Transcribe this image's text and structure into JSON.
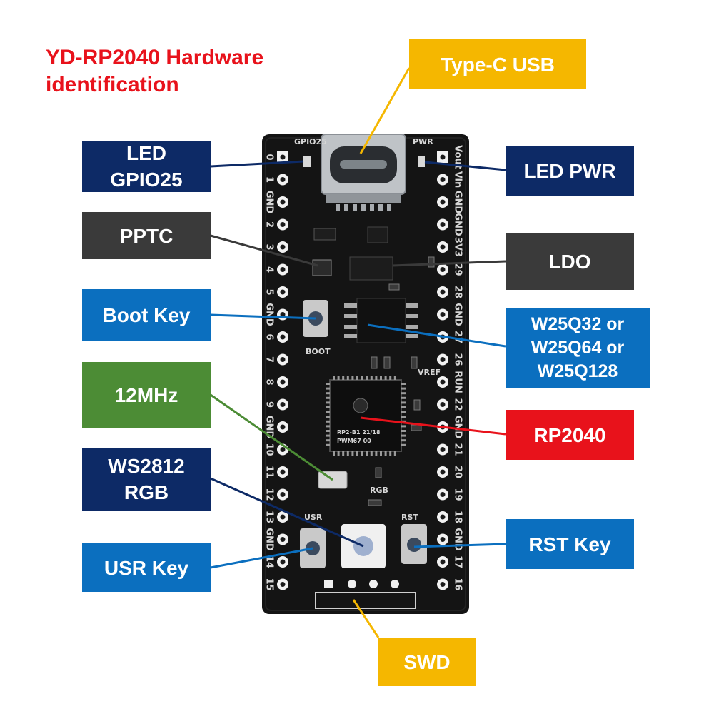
{
  "title": {
    "line1": "YD-RP2040 Hardware",
    "line2": "identification"
  },
  "colors": {
    "title": "#e8121b",
    "navy": "#0d2a66",
    "blue": "#0b6fbf",
    "dark_gray": "#3a3a3a",
    "green": "#4c8c35",
    "red": "#e8121b",
    "yellow": "#f5b700",
    "board": "#141414"
  },
  "labels": {
    "type_c": "Type-C USB",
    "led_gpio25_line1": "LED",
    "led_gpio25_line2": "GPIO25",
    "led_pwr": "LED PWR",
    "pptc": "PPTC",
    "ldo": "LDO",
    "boot_key": "Boot Key",
    "flash_line1": "W25Q32 or",
    "flash_line2": "W25Q64 or",
    "flash_line3": "W25Q128",
    "xtal": "12MHz",
    "rp2040": "RP2040",
    "ws2812_line1": "WS2812",
    "ws2812_line2": "RGB",
    "usr_key": "USR Key",
    "rst_key": "RST Key",
    "swd": "SWD"
  },
  "board": {
    "silk_gpio25": "GPIO25",
    "silk_pwr": "PWR",
    "silk_boot": "BOOT",
    "silk_usr": "USR",
    "silk_rst": "RST",
    "silk_rgb": "RGB",
    "silk_vref": "VREF",
    "chip_line1": "RP2-B1  21/18",
    "chip_line2": "PWM67 00",
    "left_pins": [
      "0",
      "1",
      "GND",
      "2",
      "3",
      "4",
      "5",
      "GND",
      "6",
      "7",
      "8",
      "9",
      "GND",
      "10",
      "11",
      "12",
      "13",
      "GND",
      "14",
      "15"
    ],
    "right_pins": [
      "Vout",
      "Vin",
      "GND",
      "GND",
      "3V3",
      "29",
      "28",
      "GND",
      "27",
      "26",
      "RUN",
      "22",
      "GND",
      "21",
      "20",
      "19",
      "18",
      "GND",
      "17",
      "16"
    ]
  }
}
